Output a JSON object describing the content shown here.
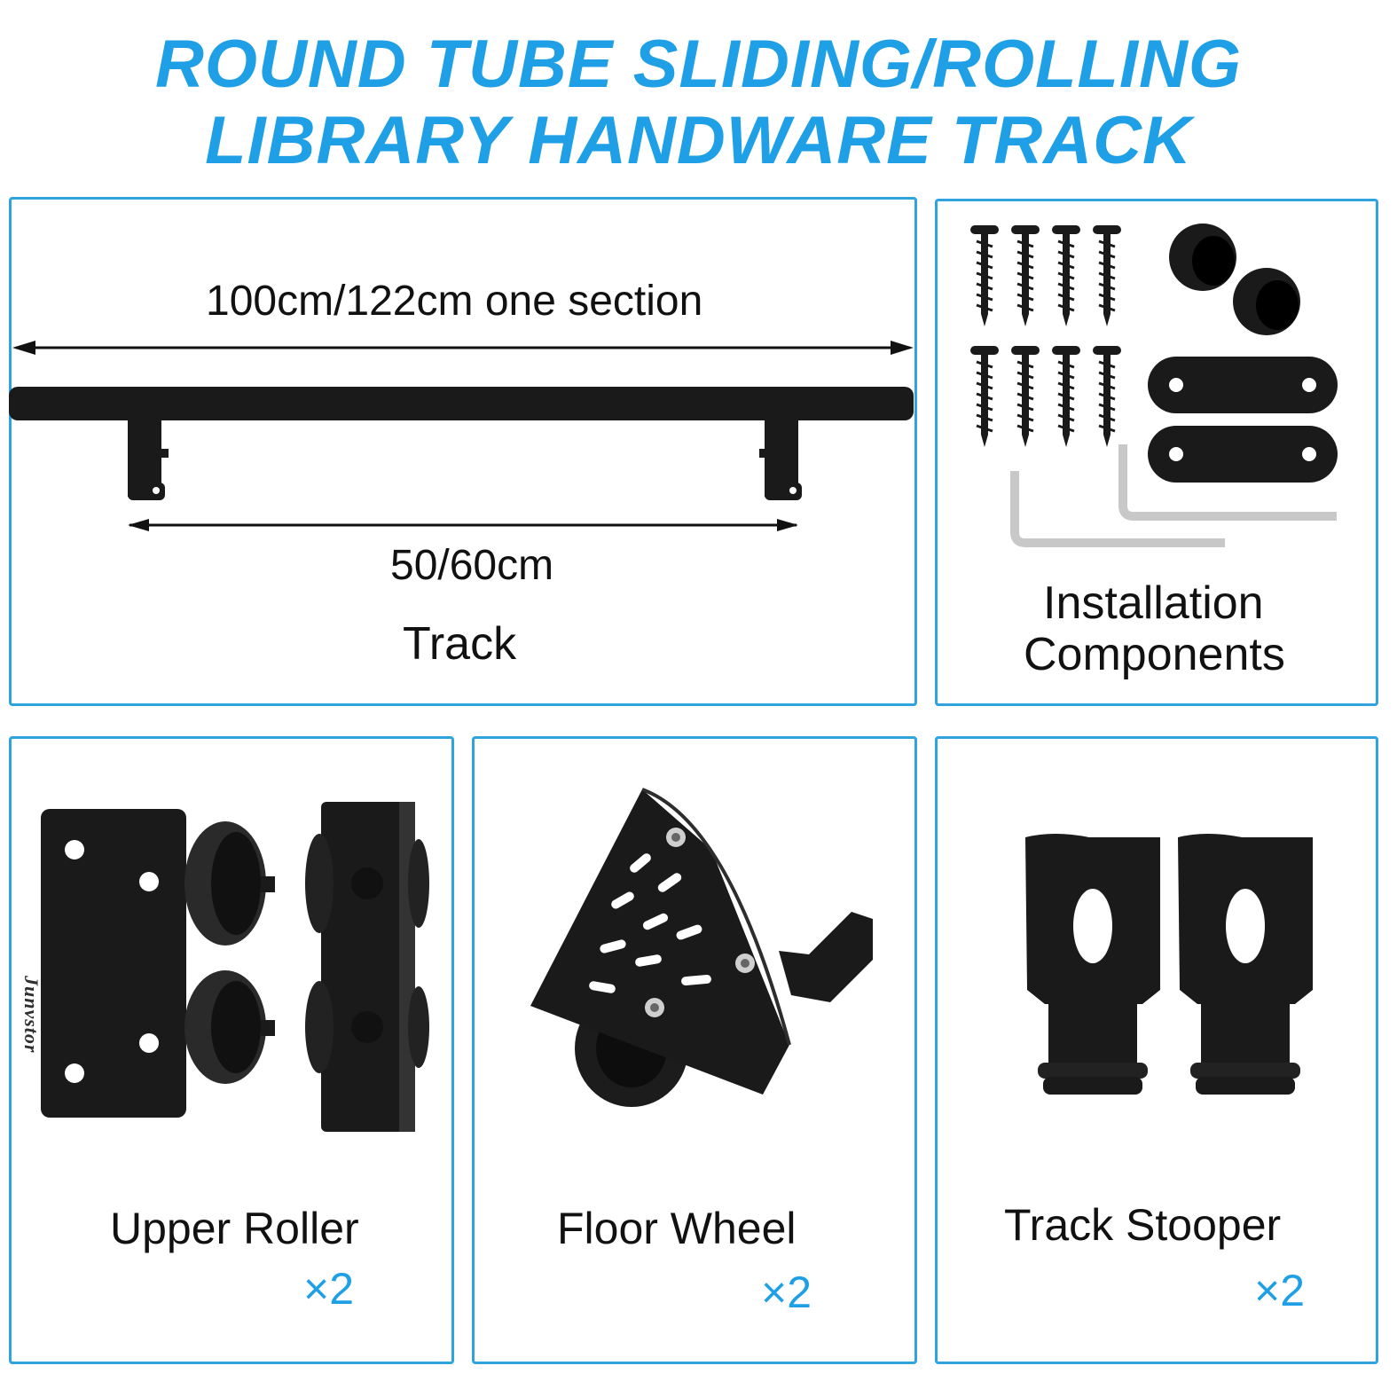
{
  "title": {
    "line1": "ROUND TUBE SLIDING/ROLLING",
    "line2": "LIBRARY HANDWARE TRACK"
  },
  "track_panel": {
    "length_label": "100cm/122cm one section",
    "spacing_label": "50/60cm",
    "name": "Track"
  },
  "install_panel": {
    "name_line1": "Installation",
    "name_line2": "Components"
  },
  "roller_panel": {
    "name": "Upper Roller",
    "qty": "×2",
    "brand": "Junvstor"
  },
  "wheel_panel": {
    "name": "Floor Wheel",
    "qty": "×2"
  },
  "stopper_panel": {
    "name": "Track Stooper",
    "qty": "×2"
  },
  "colors": {
    "accent": "#1fa0e6",
    "border": "#2ea3dc",
    "hardware": "#1a1a1a"
  }
}
